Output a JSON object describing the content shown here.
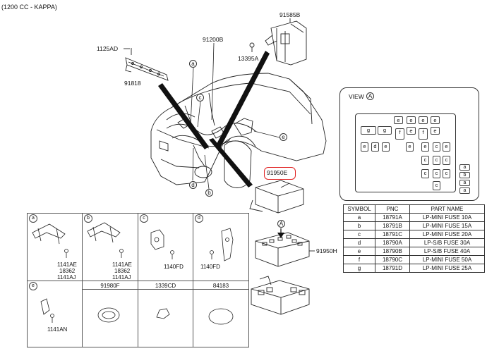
{
  "header": {
    "variant": "(1200 CC - KAPPA)"
  },
  "callouts": {
    "c1125AD": "1125AD",
    "c91818": "91818",
    "c91200B": "91200B",
    "c13395A": "13395A",
    "c91585B": "91585B",
    "c91950E": "91950E",
    "c91950H": "91950H",
    "letters": [
      "a",
      "c",
      "e",
      "d",
      "b"
    ]
  },
  "view_panel": {
    "title": "VIEW",
    "view_letter": "A",
    "fuse_grid": {
      "row1": [
        "e",
        "e",
        "e",
        "e"
      ],
      "row2": [
        "g",
        "g",
        "f",
        "e",
        "f",
        "e"
      ],
      "row3": [
        "e",
        "d",
        "e",
        "e",
        "e",
        "c",
        "e"
      ],
      "col": [
        "c",
        "c",
        "c"
      ],
      "col2": [
        "c",
        "c",
        "c",
        "c"
      ],
      "small": [
        "a",
        "b",
        "a",
        "a"
      ]
    }
  },
  "symbol_table": {
    "headers": [
      "SYMBOL",
      "PNC",
      "PART NAME"
    ],
    "rows": [
      [
        "a",
        "18791A",
        "LP-MINI FUSE 10A"
      ],
      [
        "b",
        "18791B",
        "LP-MINI FUSE 15A"
      ],
      [
        "c",
        "18791C",
        "LP-MINI FUSE 20A"
      ],
      [
        "d",
        "18790A",
        "LP-S/B  FUSE 30A"
      ],
      [
        "e",
        "18790B",
        "LP-S/B  FUSE 40A"
      ],
      [
        "f",
        "18790C",
        "LP-MINI FUSE 50A"
      ],
      [
        "g",
        "18791D",
        "LP-MINI FUSE 25A"
      ]
    ]
  },
  "detail_grid": {
    "row1": [
      {
        "letter": "a",
        "parts": [
          "1141AE",
          "18362",
          "1141AJ"
        ]
      },
      {
        "letter": "b",
        "parts": [
          "1141AE",
          "18362",
          "1141AJ"
        ]
      },
      {
        "letter": "c",
        "parts": [
          "1140FD"
        ]
      },
      {
        "letter": "d",
        "parts": [
          "1140FD"
        ]
      }
    ],
    "row2": [
      {
        "letter": "e",
        "parts": [
          "1141AN"
        ]
      },
      {
        "header": "91980F"
      },
      {
        "header": "1339CD"
      },
      {
        "header": "84183"
      }
    ]
  }
}
